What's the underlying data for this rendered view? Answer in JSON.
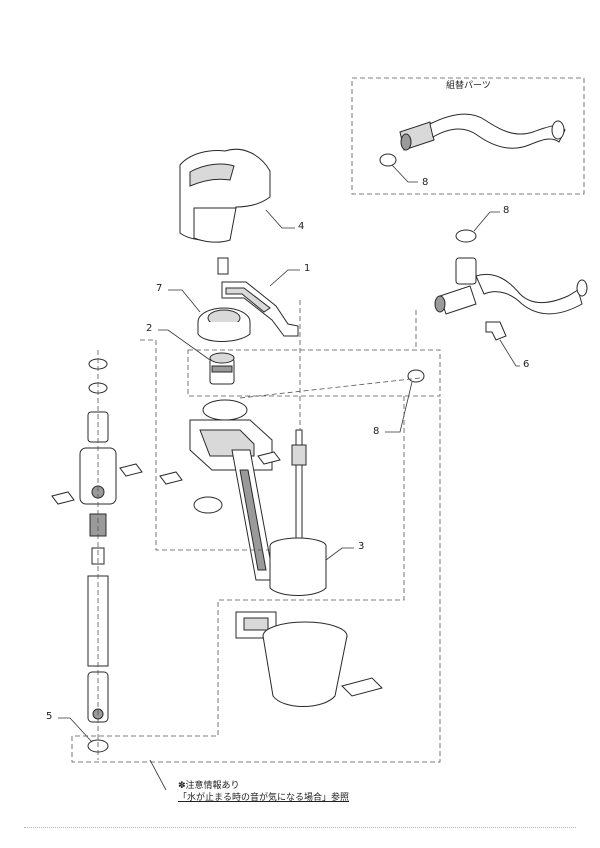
{
  "callouts": {
    "c1": "1",
    "c2": "2",
    "c3": "3",
    "c4": "4",
    "c5": "5",
    "c6": "6",
    "c7": "7",
    "c8a": "8",
    "c8b": "8",
    "c8c": "8"
  },
  "replacement_box_title": "組替パーツ",
  "note": {
    "line1": "✽注意情報あり",
    "line2": "「水が止まる時の音が気になる場合」参照"
  }
}
